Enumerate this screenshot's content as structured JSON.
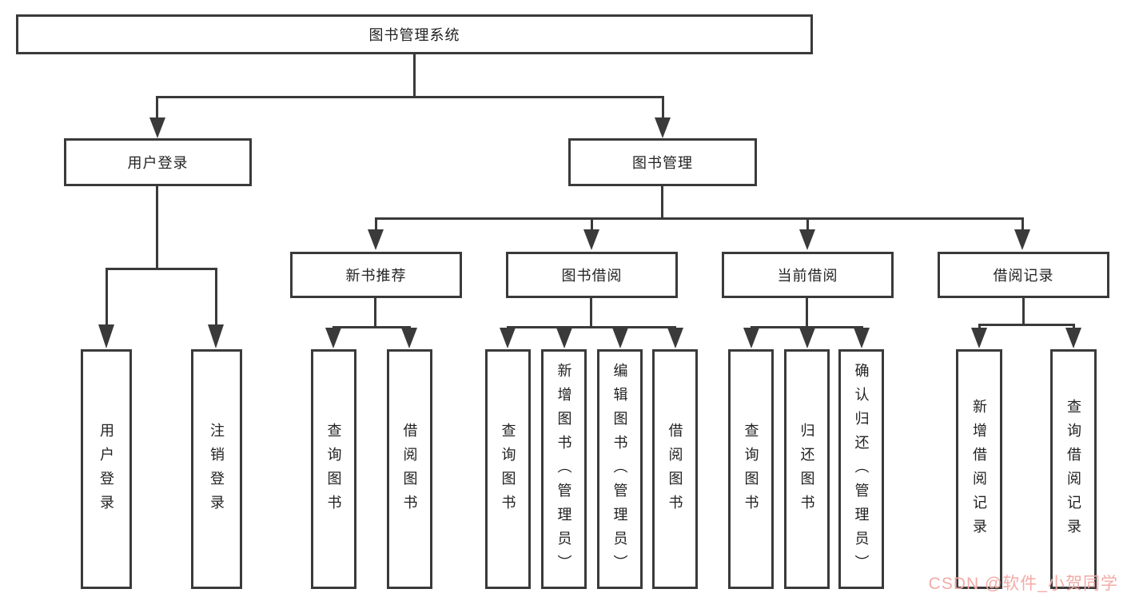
{
  "colors": {
    "line": "#3a3a3a",
    "text": "#222222",
    "watermark": "#f2aba6"
  },
  "watermark": {
    "text": "CSDN @软件_小贺同学"
  },
  "diagram": {
    "root": "图书管理系统",
    "children": [
      {
        "label": "用户登录",
        "children": [
          "用户登录",
          "注销登录"
        ]
      },
      {
        "label": "图书管理",
        "children": [
          {
            "label": "新书推荐",
            "children": [
              "查询图书",
              "借阅图书"
            ]
          },
          {
            "label": "图书借阅",
            "children": [
              "查询图书",
              "新增图书（管理员）",
              "编辑图书（管理员）",
              "借阅图书"
            ]
          },
          {
            "label": "当前借阅",
            "children": [
              "查询图书",
              "归还图书",
              "确认归还（管理员）"
            ]
          },
          {
            "label": "借阅记录",
            "children": [
              "新增借阅记录",
              "查询借阅记录"
            ]
          }
        ]
      }
    ]
  }
}
